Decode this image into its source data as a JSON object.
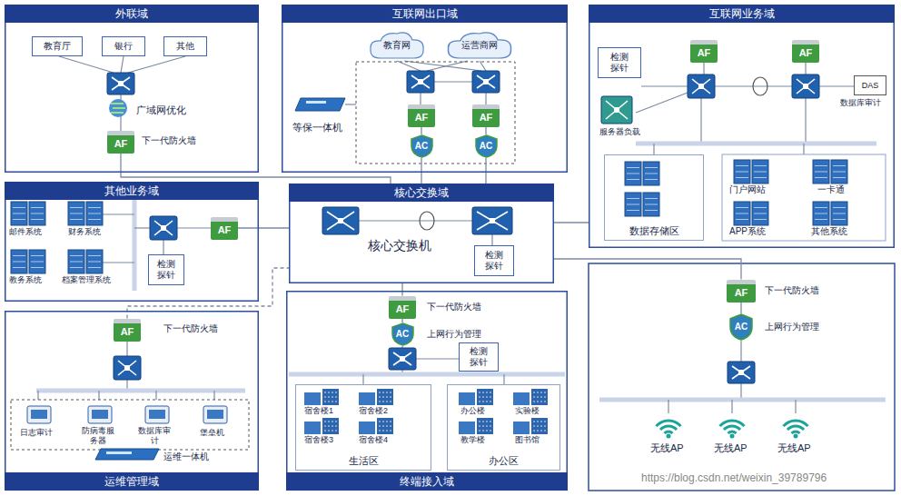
{
  "diagram": {
    "nodes": [
      {
        "text": [
          "外联域"
        ]
      },
      {
        "text": [
          "教育厅"
        ],
        "in": 0
      },
      {
        "text": [
          "银行"
        ],
        "in": 0
      },
      {
        "text": [
          "其他"
        ],
        "in": 0
      },
      {
        "text": [
          "AF"
        ],
        "in": 0
      },
      {
        "text": [
          "互联网出口域"
        ]
      },
      {
        "text": [
          "教育网"
        ],
        "in": 5
      },
      {
        "text": [
          "运营商网"
        ],
        "in": 5
      },
      {
        "text": [
          "AF"
        ],
        "in": 5
      },
      {
        "text": [
          "AF"
        ],
        "in": 5
      },
      {
        "text": [
          "AC"
        ],
        "in": 5
      },
      {
        "text": [
          "AC"
        ],
        "in": 5
      },
      {
        "text": [
          "互联网业务域"
        ]
      },
      {
        "text": [
          "检测探针"
        ],
        "in": 12
      },
      {
        "text": [
          "AF"
        ],
        "in": 12
      },
      {
        "text": [
          "AF"
        ],
        "in": 12
      },
      {
        "text": [
          "DAS"
        ],
        "in": 12
      },
      {
        "text": [
          "数据存储区"
        ],
        "in": 12
      },
      {
        "text": [
          "其他业务域"
        ]
      },
      {
        "text": [
          "检测探针"
        ],
        "in": 18
      },
      {
        "text": [
          "AF"
        ],
        "in": 18
      },
      {
        "text": [
          "核心交换域"
        ]
      },
      {
        "text": [
          "检测探针"
        ],
        "in": 21
      },
      {
        "text": [
          "运维管理域"
        ]
      },
      {
        "text": [
          "AF"
        ],
        "in": 23
      },
      {
        "text": [
          "终端接入域"
        ]
      },
      {
        "text": [
          "AF"
        ],
        "in": 25
      },
      {
        "text": [
          "AC"
        ],
        "in": 25
      },
      {
        "text": [
          "检测探针"
        ],
        "in": 25
      },
      {
        "text": [
          "生活区"
        ],
        "in": 25
      },
      {
        "text": [
          "办公区"
        ],
        "in": 25
      },
      {
        "text": [
          "AF"
        ]
      },
      {
        "text": [
          "AC"
        ]
      }
    ],
    "edges": [
      {
        "from": 4,
        "to": 21,
        "arrow": "none"
      },
      {
        "from": 10,
        "to": 21,
        "arrow": "none"
      },
      {
        "from": 11,
        "to": 21,
        "arrow": "none"
      },
      {
        "from": 20,
        "to": 21,
        "arrow": "none"
      },
      {
        "from": 21,
        "to": 12,
        "arrow": "none"
      },
      {
        "from": 24,
        "to": 21,
        "arrow": "none"
      },
      {
        "from": 21,
        "to": 26,
        "arrow": "none"
      },
      {
        "from": 21,
        "to": 31,
        "arrow": "none"
      },
      {
        "from": 8,
        "to": 10,
        "arrow": "none"
      },
      {
        "from": 9,
        "to": 11,
        "arrow": "none"
      },
      {
        "from": 26,
        "to": 27,
        "arrow": "none"
      },
      {
        "from": 31,
        "to": 32,
        "arrow": "none"
      }
    ],
    "labels": [
      "广域网优化",
      "下一代防火墙",
      "等保一体机",
      "服务器负载",
      "数据库审计",
      "门户网站",
      "一卡通",
      "APP系统",
      "其他系统",
      "邮件系统",
      "财务系统",
      "教务系统",
      "档案管理系统",
      "核心交换机",
      "下一代防火墙",
      "日志审计",
      "防病毒服务器",
      "数据库审计",
      "堡垒机",
      "运维一体机",
      "下一代防火墙",
      "上网行为管理",
      "宿舍楼1",
      "宿舍楼2",
      "宿舍楼3",
      "宿舍楼4",
      "办公楼",
      "实验楼",
      "教学楼",
      "图书馆",
      "下一代防火墙",
      "上网行为管理",
      "无线AP",
      "无线AP",
      "无线AP",
      "https://blog.csdn.net/weixin_39789796"
    ]
  }
}
